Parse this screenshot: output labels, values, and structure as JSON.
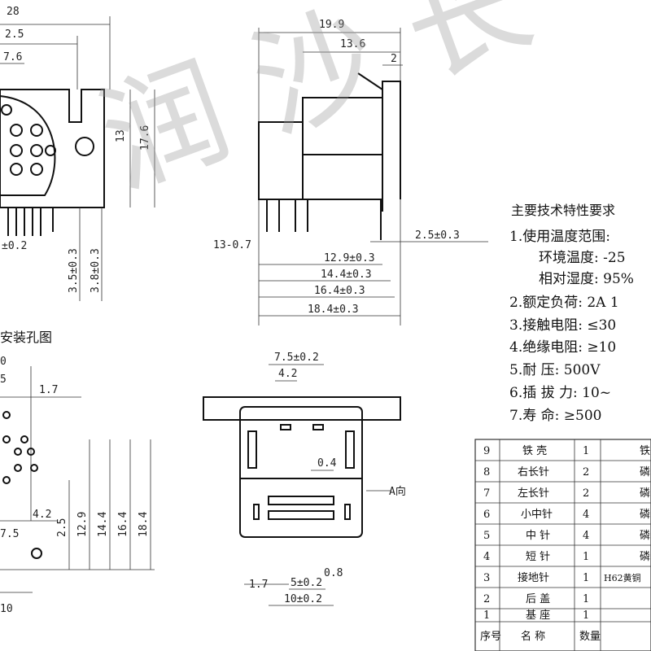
{
  "front_view": {
    "dims": [
      "28",
      "2.5",
      "7.6",
      "13",
      "17.6",
      "±0.2",
      "3.5±0.3",
      "3.8±0.3"
    ]
  },
  "side_view": {
    "dims": [
      "19.9",
      "13.6",
      "2",
      "13-0.7",
      "12.9±0.3",
      "14.4±0.3",
      "16.4±0.3",
      "18.4±0.3",
      "2.5±0.3"
    ]
  },
  "mounting_view": {
    "title": "安装孔图",
    "dims": [
      "0",
      "5",
      "1.7",
      "4.2",
      "7.5",
      "2.5",
      "12.9",
      "14.4",
      "16.4",
      "18.4",
      "10"
    ]
  },
  "bottom_view": {
    "dims": [
      "7.5±0.2",
      "4.2",
      "0.4",
      "1.7",
      "0.8",
      "5±0.2",
      "10±0.2"
    ],
    "arrow_label": "A向"
  },
  "specs": {
    "title": "主要技术特性要求",
    "lines": [
      "1.使用温度范围:",
      "环境温度: -25",
      "相对湿度: 95%",
      "2.额定负荷: 2A 1",
      "3.接触电阻: ≤30",
      "4.绝缘电阻: ≥10",
      "5.耐     压: 500V",
      "6.插 拔 力: 10~",
      "7.寿     命: ≥500"
    ]
  },
  "parts_table": {
    "rows": [
      {
        "no": "9",
        "name": "铁 壳",
        "qty": "1",
        "material": "铁"
      },
      {
        "no": "8",
        "name": "右长针",
        "qty": "2",
        "material": "磷"
      },
      {
        "no": "7",
        "name": "左长针",
        "qty": "2",
        "material": "磷"
      },
      {
        "no": "6",
        "name": "小中针",
        "qty": "4",
        "material": "磷"
      },
      {
        "no": "5",
        "name": "中 针",
        "qty": "4",
        "material": "磷"
      },
      {
        "no": "4",
        "name": "短 针",
        "qty": "1",
        "material": "磷"
      },
      {
        "no": "3",
        "name": "接地针",
        "qty": "1",
        "material": "H62黄铜"
      },
      {
        "no": "2",
        "name": "后 盖",
        "qty": "1",
        "material": ""
      },
      {
        "no": "1",
        "name": "基 座",
        "qty": "1",
        "material": ""
      }
    ],
    "header": {
      "no": "序号",
      "name": "名 称",
      "qty": "数量"
    }
  },
  "watermark": "润 沙 长"
}
